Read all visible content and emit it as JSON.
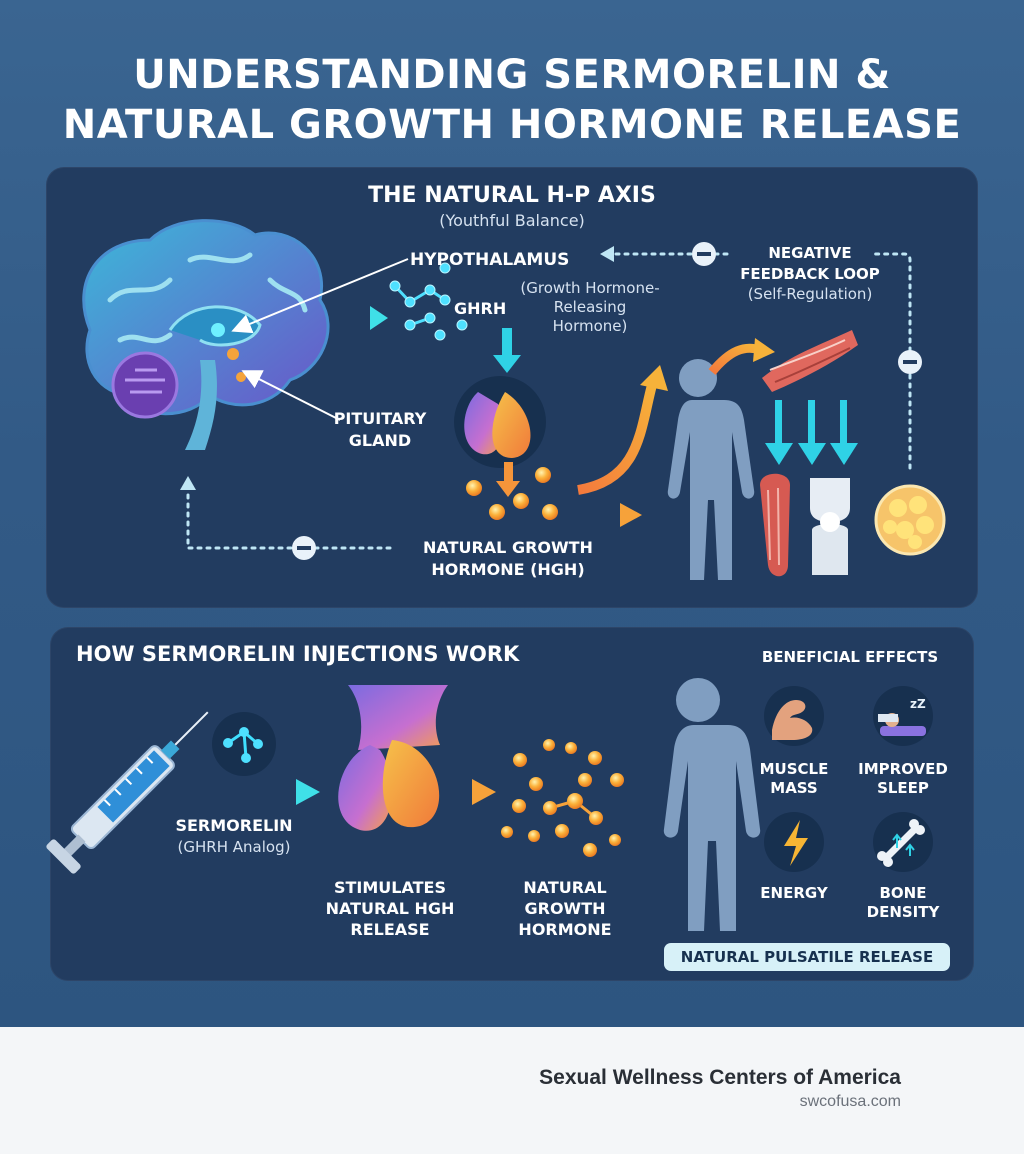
{
  "title": {
    "line1": "UNDERSTANDING SERMORELIN &",
    "line2": "NATURAL GROWTH HORMONE RELEASE"
  },
  "axis_panel": {
    "heading": "THE NATURAL H-P AXIS",
    "subheading": "(Youthful Balance)",
    "hypothalamus": "HYPOTHALAMUS",
    "ghrh": "GHRH",
    "ghrh_desc": [
      "(Growth Hormone-",
      "Releasing",
      "Hormone)"
    ],
    "pituitary": [
      "PITUITARY",
      "GLAND"
    ],
    "hgh": [
      "NATURAL GROWTH",
      "HORMONE (HGH)"
    ],
    "feedback": [
      "NEGATIVE",
      "FEEDBACK LOOP"
    ],
    "feedback_sub": "(Self-Regulation)",
    "minus_symbol": "−"
  },
  "injection_panel": {
    "heading": "HOW SERMORELIN INJECTIONS WORK",
    "sermorelin": "SERMORELIN",
    "sermorelin_sub": "(GHRH Analog)",
    "stimulates": [
      "STIMULATES",
      "NATURAL HGH",
      "RELEASE"
    ],
    "natural_gh": [
      "NATURAL",
      "GROWTH",
      "HORMONE"
    ],
    "effects_heading": "BENEFICIAL EFFECTS",
    "effects": [
      {
        "label": [
          "MUSCLE",
          "MASS"
        ],
        "icon": "flexed-arm-icon"
      },
      {
        "label": [
          "IMPROVED",
          "SLEEP"
        ],
        "icon": "sleeping-person-icon"
      },
      {
        "label": [
          "ENERGY"
        ],
        "icon": "lightning-bolt-icon"
      },
      {
        "label": [
          "BONE",
          "DENSITY"
        ],
        "icon": "bone-icon"
      }
    ],
    "release_note": "NATURAL PULSATILE RELEASE",
    "sleep_glyph": "zZ"
  },
  "footer": {
    "brand": "Sexual Wellness Centers of America",
    "site": "swcofusa.com",
    "logo_icon": "gender-symbols-icon"
  },
  "colors": {
    "background": "#325a86",
    "panel": "#223c60",
    "cyan": "#22c9e6",
    "orange": "#f5953a",
    "body": "#8ba9cc"
  }
}
